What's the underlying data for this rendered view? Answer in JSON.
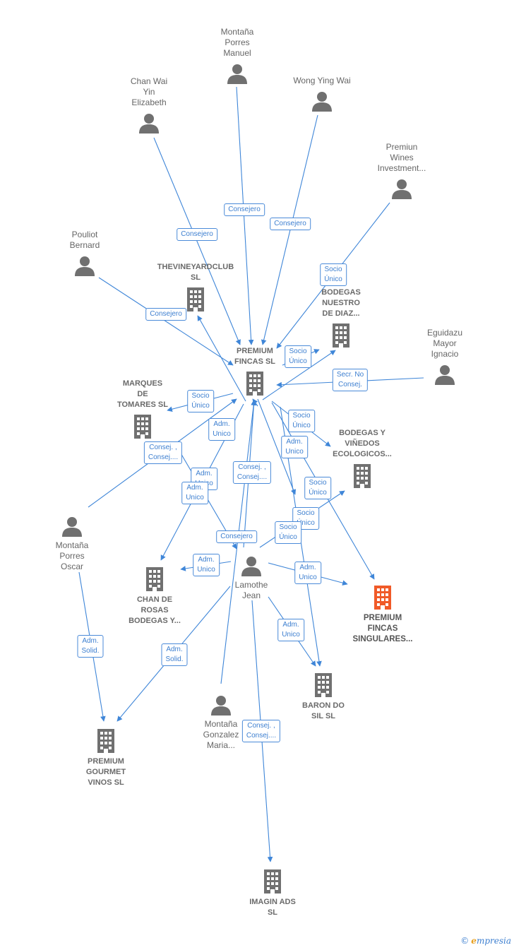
{
  "colors": {
    "edge": "#3f86d8",
    "icon": "#707070",
    "highlight": "#f05a28"
  },
  "nodes": {
    "montana_porres_manuel": {
      "label": "Montaña\nPorres\nManuel",
      "kind": "person",
      "icon": "person-icon"
    },
    "chan_wai_yin": {
      "label": "Chan Wai\nYin\nElizabeth",
      "kind": "person",
      "icon": "person-icon"
    },
    "wong_ying_wai": {
      "label": "Wong Ying Wai",
      "kind": "person",
      "icon": "person-icon"
    },
    "premiun_wines": {
      "label": "Premiun\nWines\nInvestment...",
      "kind": "person",
      "icon": "person-icon"
    },
    "pouliot_bernard": {
      "label": "Pouliot\nBernard",
      "kind": "person",
      "icon": "person-icon"
    },
    "thevineyardclub": {
      "label": "THEVINEYARDCLUB\nSL",
      "kind": "company",
      "icon": "building-icon"
    },
    "bodegas_nuestro": {
      "label": "BODEGAS\nNUESTRO\nDE DIAZ...",
      "kind": "company",
      "icon": "building-icon"
    },
    "eguidazu": {
      "label": "Eguidazu\nMayor\nIgnacio",
      "kind": "person",
      "icon": "person-icon"
    },
    "premium_fincas_sl": {
      "label": "PREMIUM\nFINCAS  SL",
      "kind": "company",
      "icon": "building-icon"
    },
    "marques_tomares": {
      "label": "MARQUES\nDE\nTOMARES  SL",
      "kind": "company",
      "icon": "building-icon"
    },
    "bodegas_vinedos": {
      "label": "BODEGAS Y\nVIÑEDOS\nECOLOGICOS...",
      "kind": "company",
      "icon": "building-icon"
    },
    "montana_porres_oscar": {
      "label": "Montaña\nPorres\nOscar",
      "kind": "person",
      "icon": "person-icon"
    },
    "chan_de_rosas": {
      "label": "CHAN DE\nROSAS\nBODEGAS Y...",
      "kind": "company",
      "icon": "building-icon"
    },
    "lamothe_jean": {
      "label": "Lamothe\nJean",
      "kind": "person",
      "icon": "person-icon"
    },
    "premium_fincas_singulares": {
      "label": "PREMIUM\nFINCAS\nSINGULARES...",
      "kind": "company",
      "icon": "building-icon",
      "highlight": true
    },
    "baron_do_sil": {
      "label": "BARON DO\nSIL  SL",
      "kind": "company",
      "icon": "building-icon"
    },
    "montana_gonzalez": {
      "label": "Montaña\nGonzalez\nMaria...",
      "kind": "person",
      "icon": "person-icon"
    },
    "premium_gourmet": {
      "label": "PREMIUM\nGOURMET\nVINOS  SL",
      "kind": "company",
      "icon": "building-icon"
    },
    "imagin_ads": {
      "label": "IMAGIN ADS\nSL",
      "kind": "company",
      "icon": "building-icon"
    }
  },
  "edges": {
    "e1": "Consejero",
    "e2": "Consejero",
    "e3": "Consejero",
    "e4": "Socio\nÚnico",
    "e5": "Consejero",
    "e6": "Socio\nÚnico",
    "e7": "Secr.  No\nConsej.",
    "e8": "Socio\nÚnico",
    "e9": "Adm.\nUnico",
    "e10": "Consej. ,\nConsej....",
    "e11": "Socio\nÚnico",
    "e12": "Adm.\nUnico",
    "e13": "Socio\nÚnico",
    "e14": "Adm.\nUnico",
    "e15": "Consej. ,\nConsej....",
    "e16": "Socio\nÚnico",
    "e17": "Adm.\nUnico",
    "e18": "Consejero",
    "e19": "Socio\nÚnico",
    "e20": "Adm.\nUnico",
    "e21": "Adm.\nUnico",
    "e22": "Adm.\nSolid.",
    "e23": "Adm.\nUnico",
    "e24": "Adm.\nSolid.",
    "e25": "Consej. ,\nConsej...."
  },
  "brand": {
    "copyright": "©",
    "initial": "e",
    "rest": "mpresia"
  }
}
